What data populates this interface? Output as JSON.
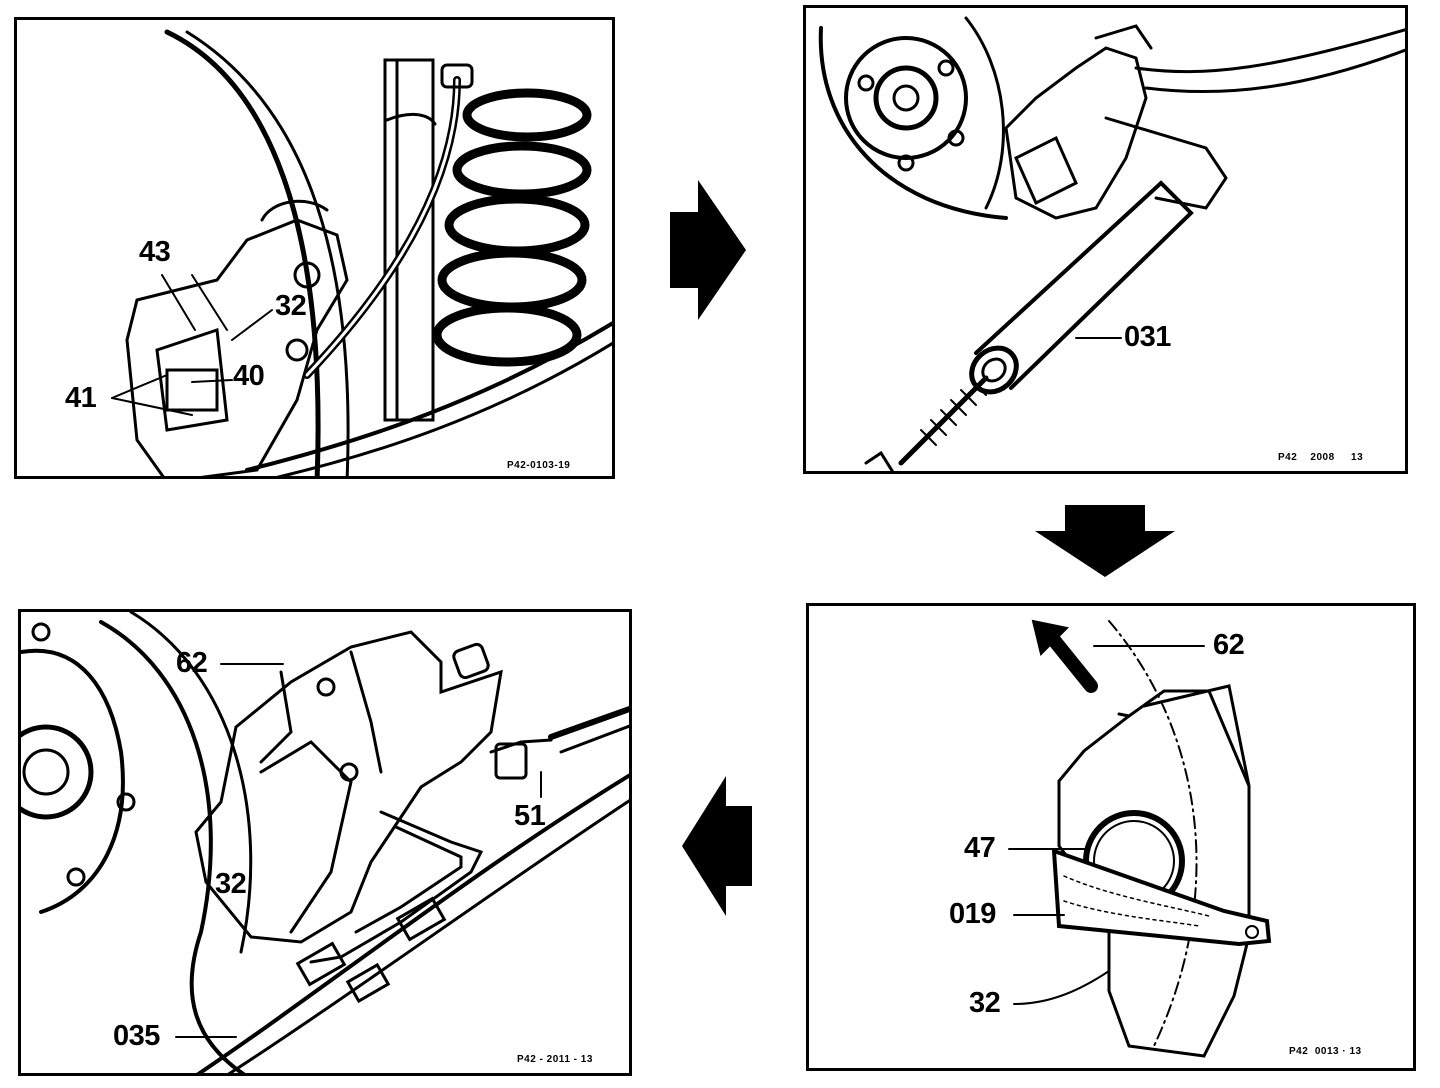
{
  "panels": [
    {
      "id": "top-left",
      "figure_code": "P42-0103-19",
      "callouts": [
        "43",
        "32",
        "41",
        "40"
      ]
    },
    {
      "id": "top-right",
      "figure_code": "P42    2008     13",
      "callouts": [
        "031"
      ]
    },
    {
      "id": "bottom-right",
      "figure_code": "P42  0013 · 13",
      "callouts": [
        "62",
        "47",
        "019",
        "32"
      ]
    },
    {
      "id": "bottom-left",
      "figure_code": "P42 - 2011 - 13",
      "callouts": [
        "62",
        "51",
        "32",
        "035"
      ]
    }
  ],
  "flow": [
    "right",
    "down",
    "left"
  ],
  "colors": {
    "ink": "#000000",
    "paper": "#ffffff"
  }
}
